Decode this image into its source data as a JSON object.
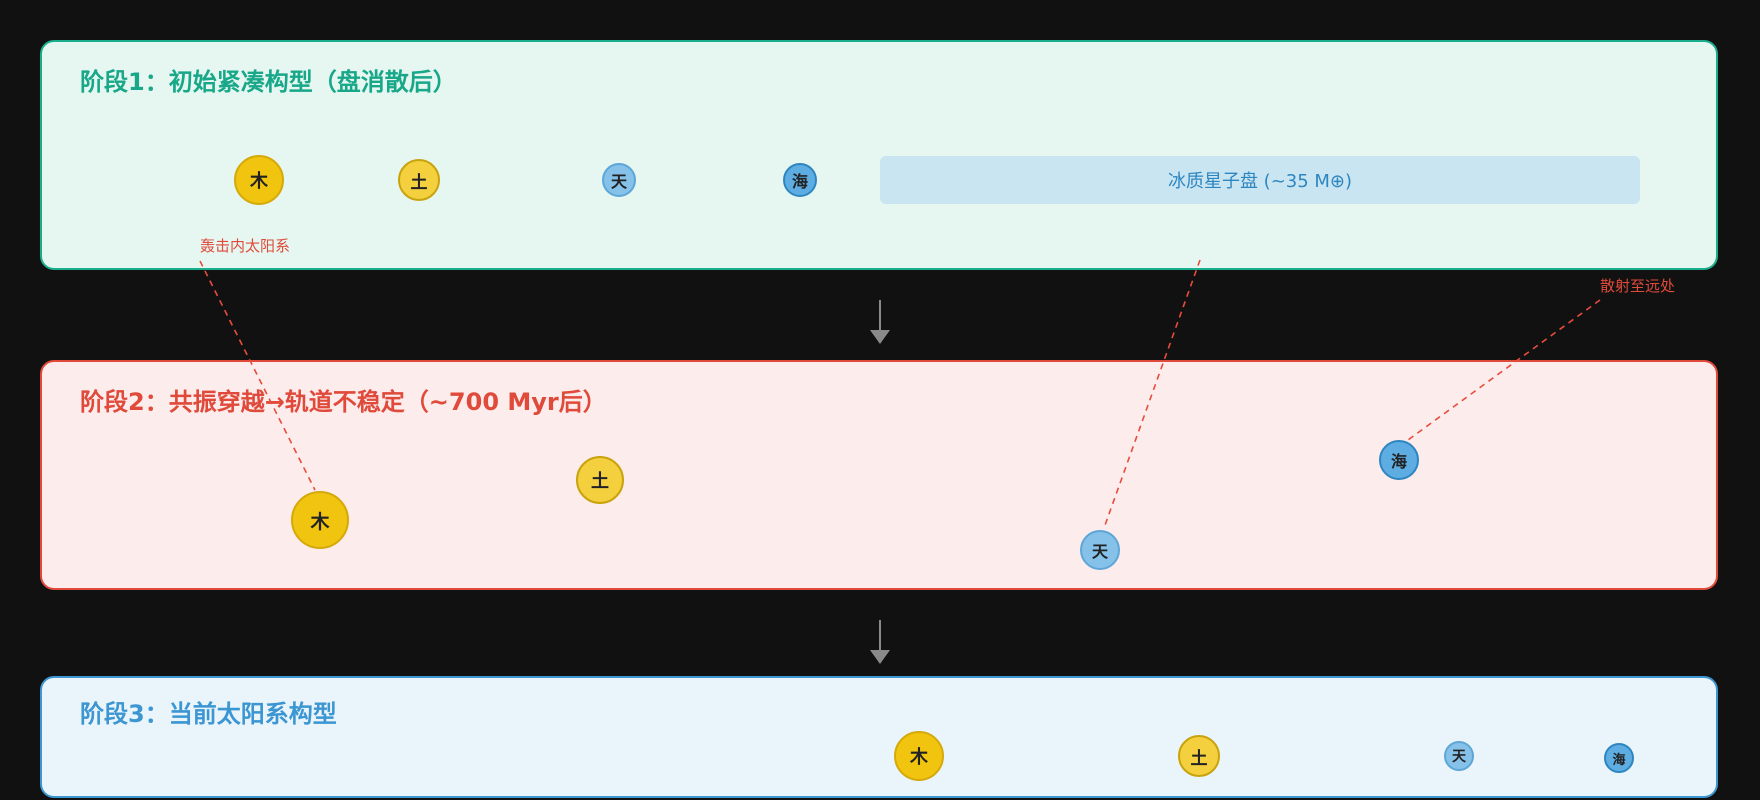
{
  "stage1": {
    "title": "阶段1：初始紧凑构型（盘消散后）",
    "planets": {
      "jupiter": "木",
      "saturn": "土",
      "uranus": "天",
      "neptune": "海"
    },
    "disk_label": "冰质星子盘 (~35 M⊕)",
    "annotation": "轰击内太阳系"
  },
  "stage2": {
    "title": "阶段2：共振穿越→轨道不稳定（~700 Myr后）",
    "planets": {
      "jupiter": "木",
      "saturn": "土",
      "uranus": "天",
      "neptune": "海"
    },
    "annotation": "散射至远处"
  },
  "stage3": {
    "title": "阶段3：当前太阳系构型",
    "planets": {
      "jupiter": "木",
      "saturn": "土",
      "uranus": "天",
      "neptune": "海"
    }
  },
  "colors": {
    "stage1": "#1aae8c",
    "stage2": "#e04a3a",
    "stage3": "#3b96d2",
    "jupiter": "#f1c40f",
    "saturn": "#f4d03f",
    "uranus": "#85c1e9",
    "neptune": "#5dade2",
    "connector": "#e74c3c",
    "arrow": "#8a8a8a"
  }
}
